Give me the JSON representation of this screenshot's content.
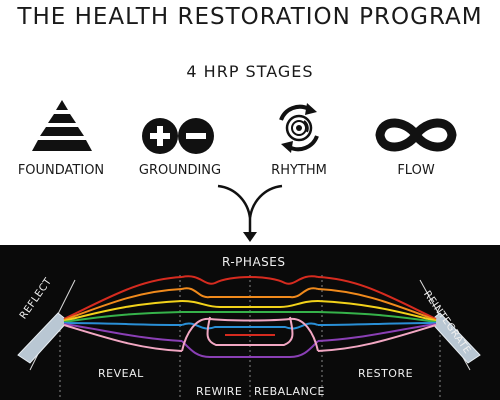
{
  "header": {
    "title": "THE HEALTH RESTORATION PROGRAM",
    "subtitle": "4 HRP STAGES"
  },
  "stages": [
    {
      "label": "FOUNDATION",
      "icon": "pyramid-icon"
    },
    {
      "label": "GROUNDING",
      "icon": "plus-minus-icon"
    },
    {
      "label": "RHYTHM",
      "icon": "cycle-icon"
    },
    {
      "label": "FLOW",
      "icon": "infinity-icon"
    }
  ],
  "phases": {
    "title": "R-PHASES",
    "left_end": "REFLECT",
    "right_end": "REINTEGRATE",
    "steps": [
      "REVEAL",
      "REWIRE",
      "REBALANCE",
      "RESTORE"
    ]
  },
  "colors": {
    "panel_bg": "#0a0a0a",
    "bands": [
      "#d62b1f",
      "#f08a1c",
      "#f2d21a",
      "#36b24a",
      "#2a8fd6",
      "#8a3fb5",
      "#f2a7c3"
    ]
  }
}
